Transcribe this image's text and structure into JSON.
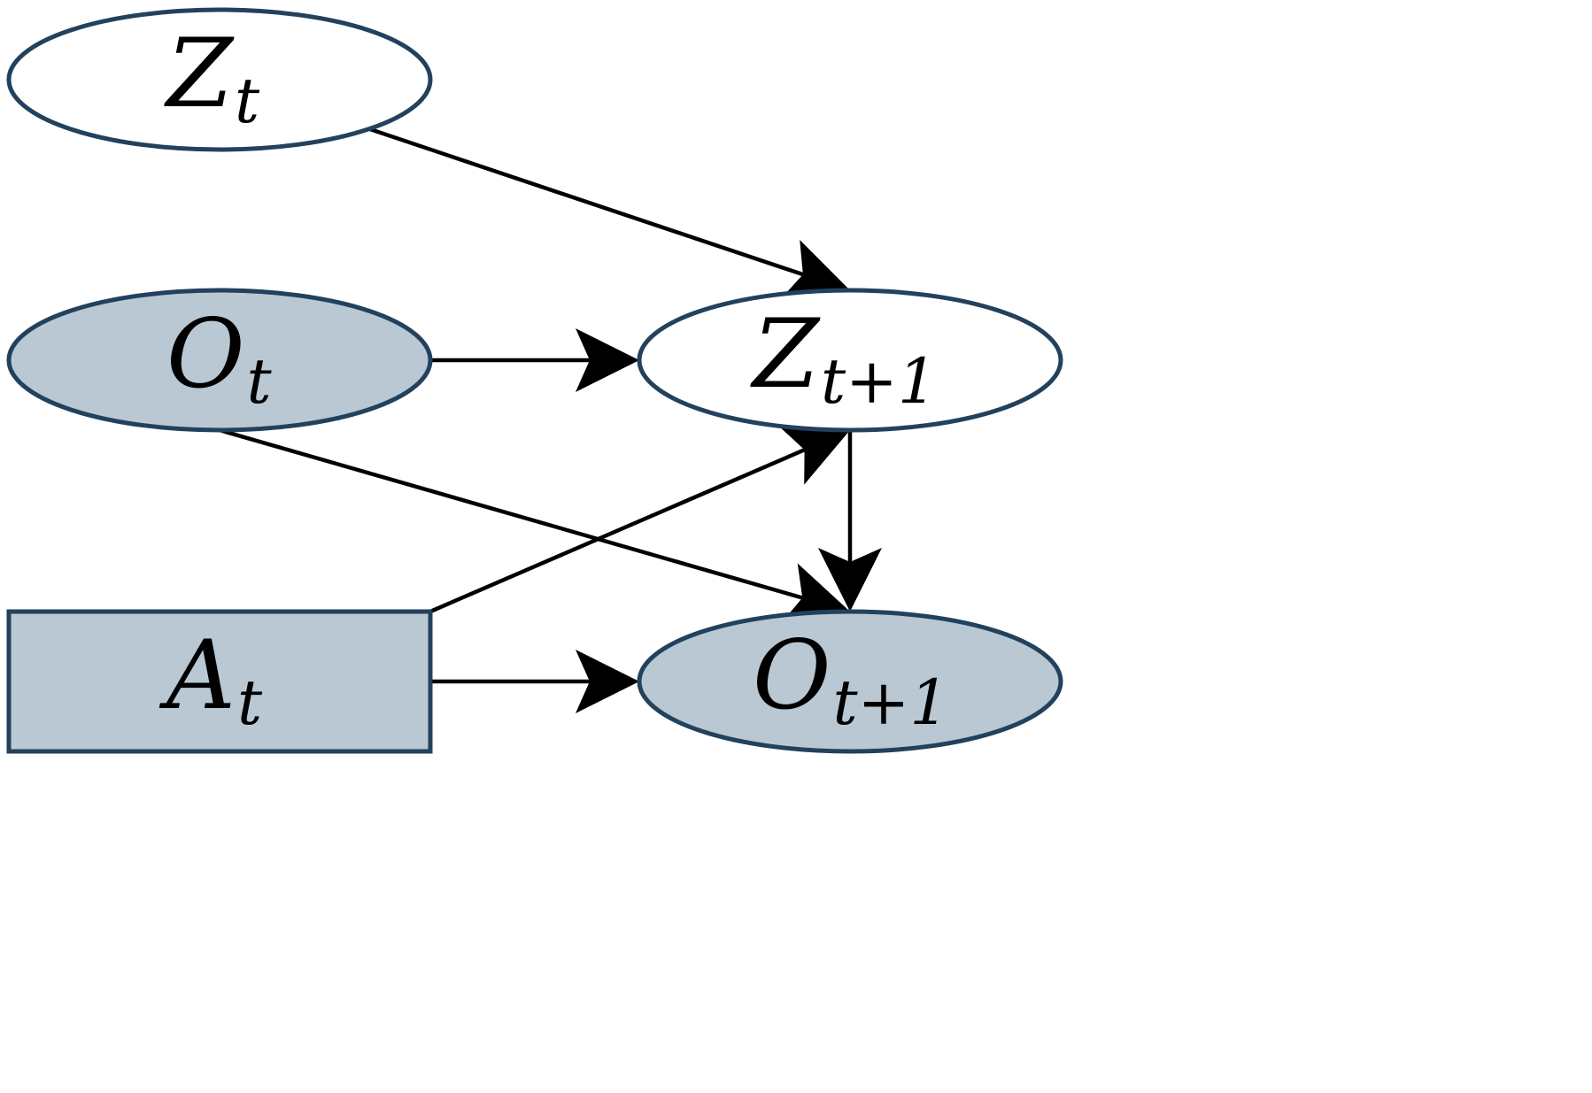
{
  "diagram": {
    "colors": {
      "node_border": "#22415d",
      "observed_fill": "#b9c8d3",
      "latent_fill": "#ffffff",
      "edge": "#000000"
    },
    "nodes": [
      {
        "id": "Zt",
        "shape": "ellipse",
        "observed": false,
        "symbol": "Z",
        "subscript": "t"
      },
      {
        "id": "Ot",
        "shape": "ellipse",
        "observed": true,
        "symbol": "O",
        "subscript": "t"
      },
      {
        "id": "At",
        "shape": "rectangle",
        "observed": true,
        "symbol": "A",
        "subscript": "t"
      },
      {
        "id": "Zt1",
        "shape": "ellipse",
        "observed": false,
        "symbol": "Z",
        "subscript": "t+1"
      },
      {
        "id": "Ot1",
        "shape": "ellipse",
        "observed": true,
        "symbol": "O",
        "subscript": "t+1"
      }
    ],
    "edges": [
      {
        "from": "Zt",
        "to": "Zt1"
      },
      {
        "from": "Ot",
        "to": "Zt1"
      },
      {
        "from": "Ot",
        "to": "Ot1"
      },
      {
        "from": "At",
        "to": "Zt1"
      },
      {
        "from": "At",
        "to": "Ot1"
      },
      {
        "from": "Zt1",
        "to": "Ot1"
      }
    ]
  }
}
